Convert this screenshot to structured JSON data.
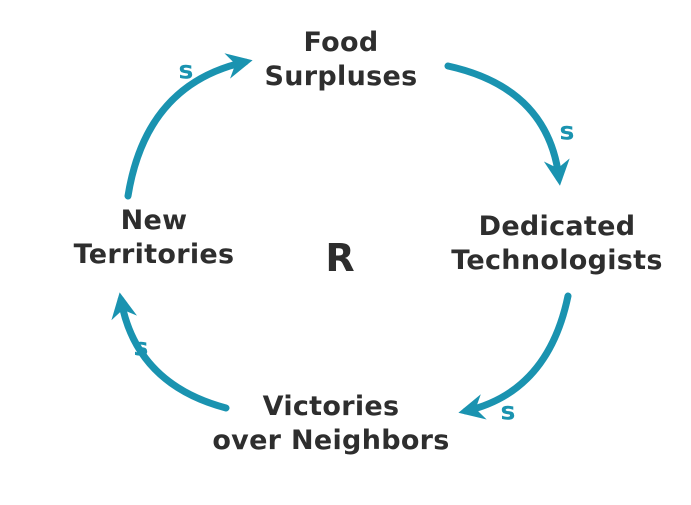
{
  "diagram": {
    "loop_label": "R",
    "nodes": [
      {
        "id": "food-surpluses",
        "line1": "Food",
        "line2": "Surpluses"
      },
      {
        "id": "dedicated-technologists",
        "line1": "Dedicated",
        "line2": "Technologists"
      },
      {
        "id": "victories-over-neighbors",
        "line1": "Victories",
        "line2": "over Neighbors"
      },
      {
        "id": "new-territories",
        "line1": "New",
        "line2": "Territories"
      }
    ],
    "links": [
      {
        "from": "new-territories",
        "to": "food-surpluses",
        "polarity": "s"
      },
      {
        "from": "food-surpluses",
        "to": "dedicated-technologists",
        "polarity": "s"
      },
      {
        "from": "dedicated-technologists",
        "to": "victories-over-neighbors",
        "polarity": "s"
      },
      {
        "from": "victories-over-neighbors",
        "to": "new-territories",
        "polarity": "s"
      }
    ]
  },
  "colors": {
    "arrow": "#1a93b0",
    "text": "#2e2e2e"
  }
}
